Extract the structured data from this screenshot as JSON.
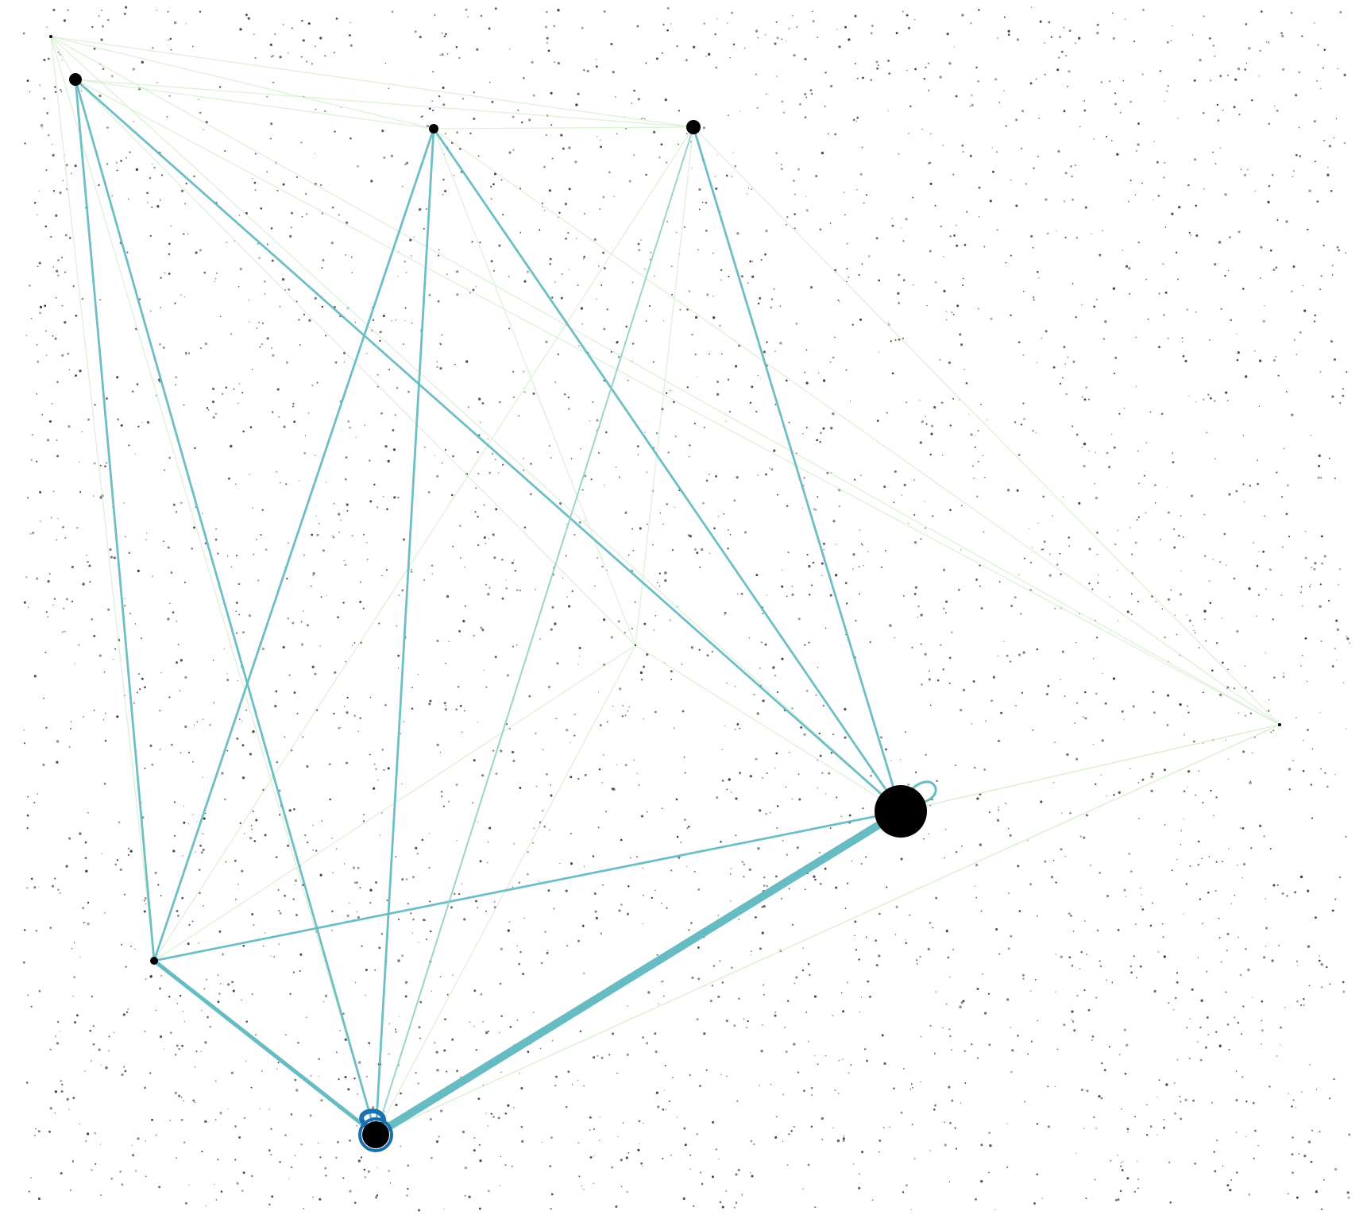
{
  "graph": {
    "colors": {
      "background": "#ffffff",
      "node": "#000000",
      "strong_edge": "#66bcc2",
      "medium_edge": "#8fd0c8",
      "weak_edge": "#d9f0d3",
      "self_loop": "#1a6fb0",
      "speck": "#333333"
    },
    "nodes": [
      {
        "id": "n1",
        "weight": 1
      },
      {
        "id": "n2",
        "weight": 3
      },
      {
        "id": "n3",
        "weight": 2
      },
      {
        "id": "n4",
        "weight": 3
      },
      {
        "id": "n5",
        "weight": 1
      },
      {
        "id": "n6",
        "weight": 2
      },
      {
        "id": "n7",
        "weight": 10
      },
      {
        "id": "n8",
        "weight": 5
      },
      {
        "id": "n9",
        "weight": 1
      }
    ],
    "edges": [
      {
        "source": "n2",
        "target": "n7",
        "strength": "strong"
      },
      {
        "source": "n2",
        "target": "n6",
        "strength": "strong"
      },
      {
        "source": "n2",
        "target": "n8",
        "strength": "strong"
      },
      {
        "source": "n3",
        "target": "n7",
        "strength": "strong"
      },
      {
        "source": "n3",
        "target": "n8",
        "strength": "strong"
      },
      {
        "source": "n3",
        "target": "n6",
        "strength": "strong"
      },
      {
        "source": "n4",
        "target": "n7",
        "strength": "strong"
      },
      {
        "source": "n6",
        "target": "n7",
        "strength": "strong"
      },
      {
        "source": "n6",
        "target": "n8",
        "strength": "heavy"
      },
      {
        "source": "n7",
        "target": "n8",
        "strength": "heaviest"
      },
      {
        "source": "n1",
        "target": "n4",
        "strength": "weak"
      },
      {
        "source": "n1",
        "target": "n7",
        "strength": "weak"
      },
      {
        "source": "n1",
        "target": "n5",
        "strength": "weak"
      },
      {
        "source": "n1",
        "target": "n8",
        "strength": "weak"
      },
      {
        "source": "n1",
        "target": "n3",
        "strength": "weak"
      },
      {
        "source": "n1",
        "target": "n6",
        "strength": "weak"
      },
      {
        "source": "n2",
        "target": "n4",
        "strength": "weak"
      },
      {
        "source": "n2",
        "target": "n3",
        "strength": "weak"
      },
      {
        "source": "n2",
        "target": "n5",
        "strength": "weak"
      },
      {
        "source": "n2",
        "target": "n9",
        "strength": "weak"
      },
      {
        "source": "n3",
        "target": "n4",
        "strength": "weak"
      },
      {
        "source": "n3",
        "target": "n5",
        "strength": "weak"
      },
      {
        "source": "n3",
        "target": "n9",
        "strength": "weak"
      },
      {
        "source": "n4",
        "target": "n8",
        "strength": "medium"
      },
      {
        "source": "n4",
        "target": "n6",
        "strength": "weak"
      },
      {
        "source": "n4",
        "target": "n5",
        "strength": "weak"
      },
      {
        "source": "n4",
        "target": "n9",
        "strength": "weak"
      },
      {
        "source": "n5",
        "target": "n7",
        "strength": "weak"
      },
      {
        "source": "n5",
        "target": "n8",
        "strength": "weak"
      },
      {
        "source": "n6",
        "target": "n9",
        "strength": "weak"
      },
      {
        "source": "n7",
        "target": "n5",
        "strength": "weak"
      },
      {
        "source": "n7",
        "target": "n9",
        "strength": "weak"
      },
      {
        "source": "n8",
        "target": "n5",
        "strength": "weak"
      },
      {
        "source": "n8",
        "target": "n9",
        "strength": "weak"
      },
      {
        "source": "n1",
        "target": "n2",
        "strength": "weak"
      }
    ],
    "self_loops": [
      "n7",
      "n8"
    ],
    "background_specks": true
  }
}
